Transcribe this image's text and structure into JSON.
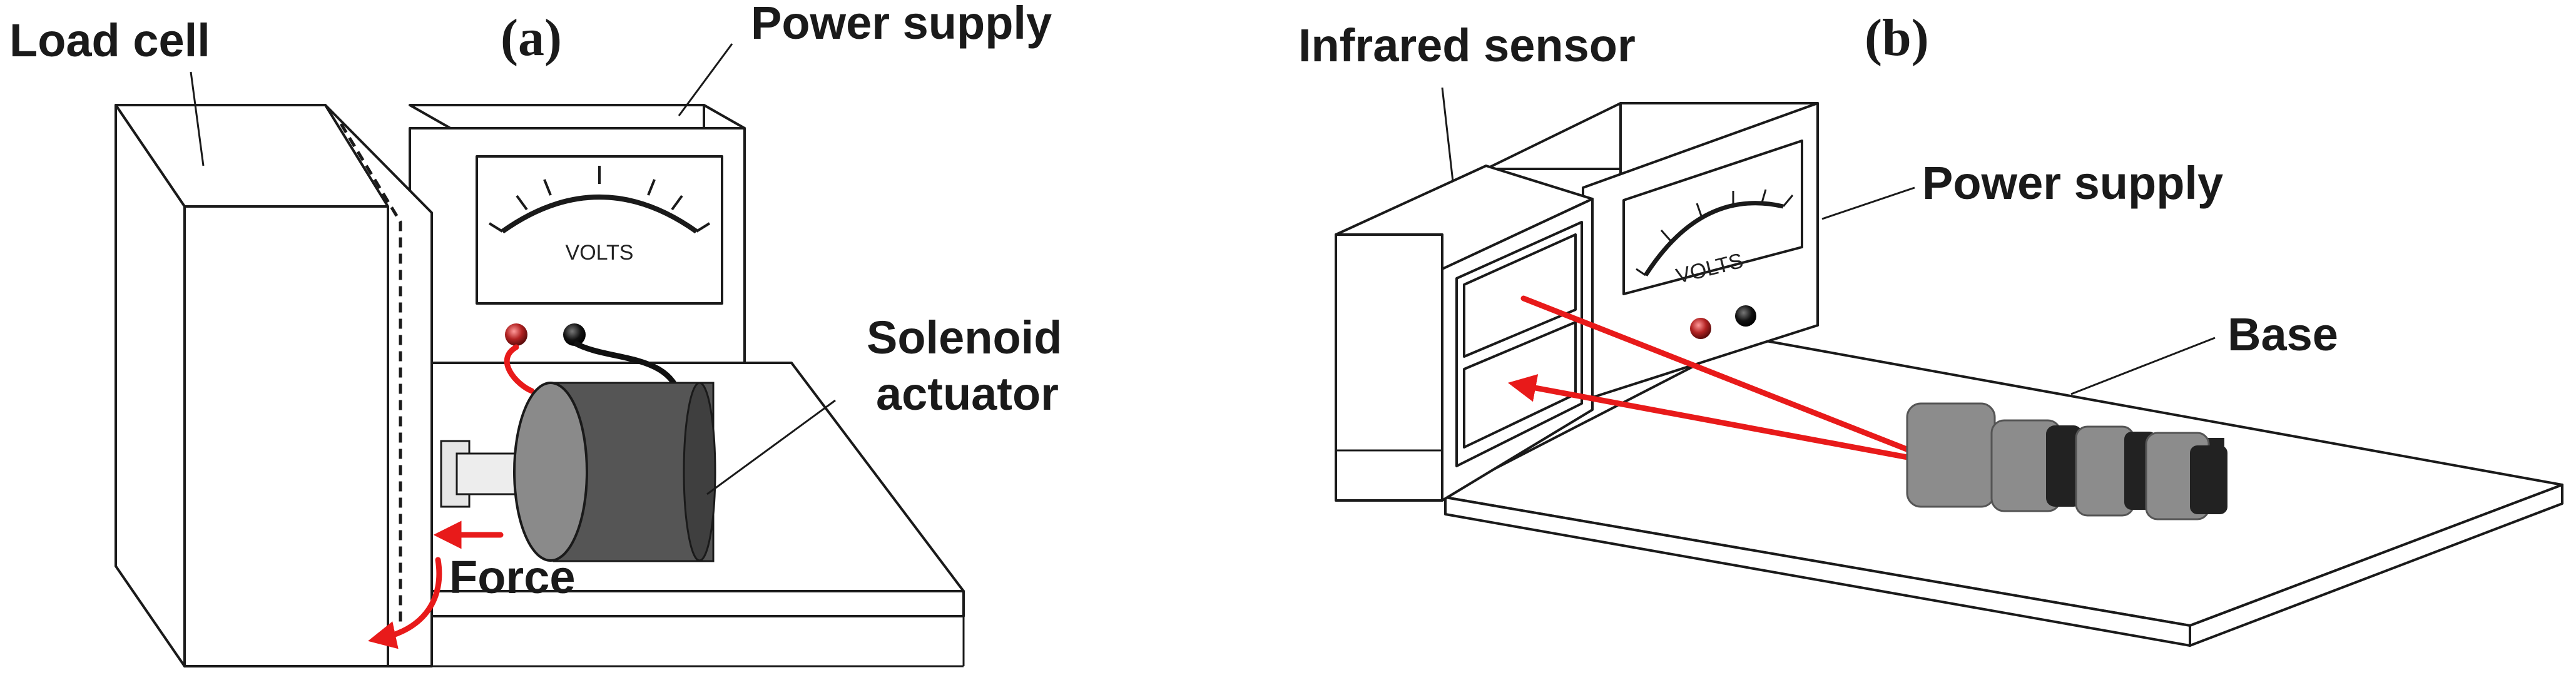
{
  "panels": [
    {
      "id": "a",
      "label": "(a)",
      "load_cell_label": "Load cell",
      "power_supply_label": "Power supply",
      "solenoid_label_line1": "Solenoid",
      "solenoid_label_line2": "actuator",
      "force_label": "Force",
      "dial_label": "VOLTS"
    },
    {
      "id": "b",
      "label": "(b)",
      "infrared_sensor_label": "Infrared sensor",
      "power_supply_label": "Power supply",
      "base_label": "Base",
      "dial_label": "VOLTS"
    }
  ],
  "colors": {
    "outline": "#1a1a1a",
    "arrow": "#e81a1a",
    "solenoid_body": "#555555",
    "solenoid_face": "#8a8a8a",
    "magnet": "#8c8c8c",
    "red_terminal": "#b22222",
    "black_terminal": "#111111"
  }
}
